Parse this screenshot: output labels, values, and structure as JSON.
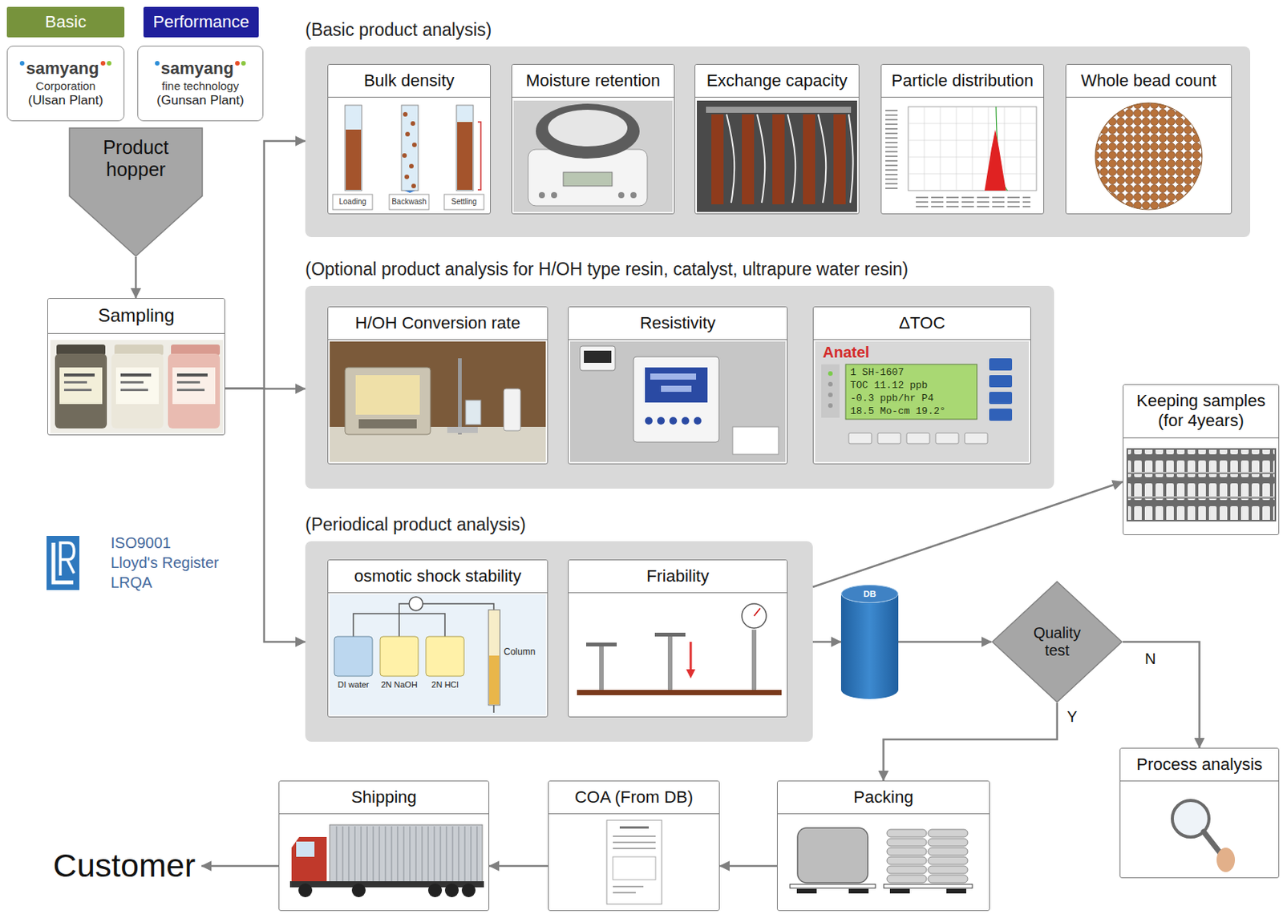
{
  "diagram": {
    "nodes": [
      {
        "text": [
          "Basic"
        ]
      },
      {
        "text": [
          "Performance"
        ]
      },
      {
        "text": [
          "samyang",
          "Corporation",
          "(Ulsan Plant)"
        ]
      },
      {
        "text": [
          "samyang",
          "fine technology",
          "(Gunsan Plant)"
        ]
      },
      {
        "text": [
          "Product hopper"
        ]
      },
      {
        "text": [
          "Sampling"
        ]
      },
      {
        "text": [
          "(Basic product analysis)"
        ]
      },
      {
        "text": [
          "Bulk density"
        ],
        "in": 6
      },
      {
        "text": [
          "Moisture retention"
        ],
        "in": 6
      },
      {
        "text": [
          "Exchange capacity"
        ],
        "in": 6
      },
      {
        "text": [
          "Particle distribution"
        ],
        "in": 6
      },
      {
        "text": [
          "Whole bead count"
        ],
        "in": 6
      },
      {
        "text": [
          "(Optional product analysis for H/OH type resin, catalyst, ultrapure water resin)"
        ]
      },
      {
        "text": [
          "H/OH Conversion rate"
        ],
        "in": 12
      },
      {
        "text": [
          "Resistivity"
        ],
        "in": 12
      },
      {
        "text": [
          "ΔTOC"
        ],
        "in": 12
      },
      {
        "text": [
          "(Periodical product analysis)"
        ]
      },
      {
        "text": [
          "osmotic shock stability"
        ],
        "in": 16
      },
      {
        "text": [
          "Friability"
        ],
        "in": 16
      },
      {
        "text": [
          "Keeping samples (for 4years)"
        ]
      },
      {
        "text": [
          "DB"
        ]
      },
      {
        "text": [
          "Quality test"
        ]
      },
      {
        "text": [
          "Process analysis"
        ]
      },
      {
        "text": [
          "Packing"
        ]
      },
      {
        "text": [
          "COA (From DB)"
        ]
      },
      {
        "text": [
          "Shipping"
        ]
      },
      {
        "text": [
          "Customer"
        ]
      }
    ],
    "edges": [
      {
        "from": 4,
        "to": 5,
        "arrow": "to"
      },
      {
        "from": 5,
        "to": 6,
        "arrow": "to"
      },
      {
        "from": 5,
        "to": 12,
        "arrow": "to"
      },
      {
        "from": 5,
        "to": 16,
        "arrow": "to"
      },
      {
        "from": 16,
        "to": 19,
        "arrow": "to"
      },
      {
        "from": 16,
        "to": 20,
        "arrow": "to"
      },
      {
        "from": 20,
        "to": 21,
        "arrow": "to"
      },
      {
        "from": 21,
        "to": 23,
        "label": "Y",
        "arrow": "to"
      },
      {
        "from": 21,
        "to": 22,
        "label": "N",
        "arrow": "to"
      },
      {
        "from": 23,
        "to": 24,
        "arrow": "to"
      },
      {
        "from": 24,
        "to": 25,
        "arrow": "to"
      },
      {
        "from": 25,
        "to": 26,
        "arrow": "to"
      }
    ],
    "labels": [
      "ISO9001",
      "Lloyd's Register",
      "LRQA",
      "Loading",
      "Backwash",
      "Settling",
      "Anatel",
      "1 SH-1607",
      "TOC 11.12 ppb",
      "-0.3 ppb/hr P4",
      "18.5 Mo-cm 19.2°",
      "DI water",
      "2N NaOH",
      "2N HCl",
      "Column"
    ]
  }
}
